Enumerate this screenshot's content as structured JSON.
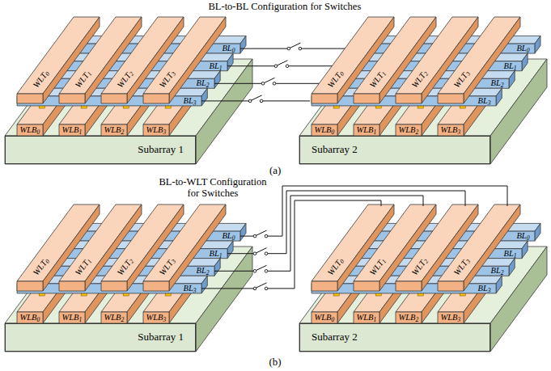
{
  "diagram": {
    "nodes": [
      {
        "text": [
          "Subarray 1"
        ]
      },
      {
        "text": [
          "Subarray 2"
        ]
      },
      {
        "text": [
          "Subarray 1"
        ]
      },
      {
        "text": [
          "Subarray 2"
        ]
      }
    ],
    "labels": [
      "BL-to-BL Configuration for Switches",
      "WLT0",
      "WLT1",
      "WLT2",
      "WLT3",
      "BL0",
      "BL1",
      "BL2",
      "BL3",
      "WLB0",
      "WLB1",
      "WLB2",
      "WLB3",
      "WLT0",
      "WLT1",
      "WLT2",
      "WLT3",
      "BL0",
      "BL1",
      "BL2",
      "BL3",
      "WLB0",
      "WLB1",
      "WLB2",
      "WLB3",
      "(a)",
      "BL-to-WLT Configuration for Switches",
      "WLT0",
      "WLT1",
      "WLT2",
      "WLT3",
      "BL0",
      "BL1",
      "BL2",
      "BL3",
      "WLB0",
      "WLB1",
      "WLB2",
      "WLB3",
      "WLT0",
      "WLT1",
      "WLT2",
      "WLT3",
      "BL0",
      "BL1",
      "BL2",
      "BL3",
      "WLB0",
      "WLB1",
      "WLB2",
      "WLB3",
      "(b)"
    ]
  }
}
